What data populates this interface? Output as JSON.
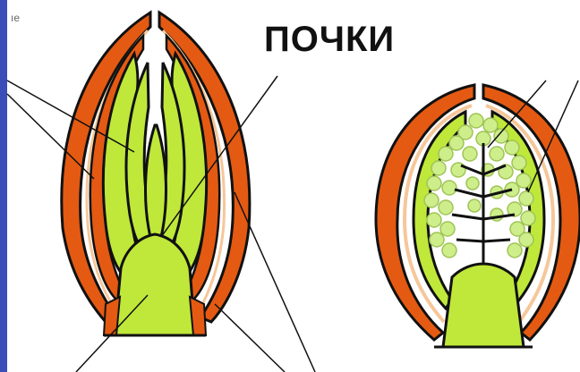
{
  "corner_text": "ıe",
  "title": "ПОЧКИ",
  "colors": {
    "outer_scale": "#e45a12",
    "scale_highlight": "#f6c79a",
    "tissue_green": "#bfe83a",
    "outline": "#111111",
    "left_stripe": "#3a4db8"
  },
  "diagrams": [
    {
      "name": "vegetative-bud"
    },
    {
      "name": "generative-bud"
    }
  ]
}
